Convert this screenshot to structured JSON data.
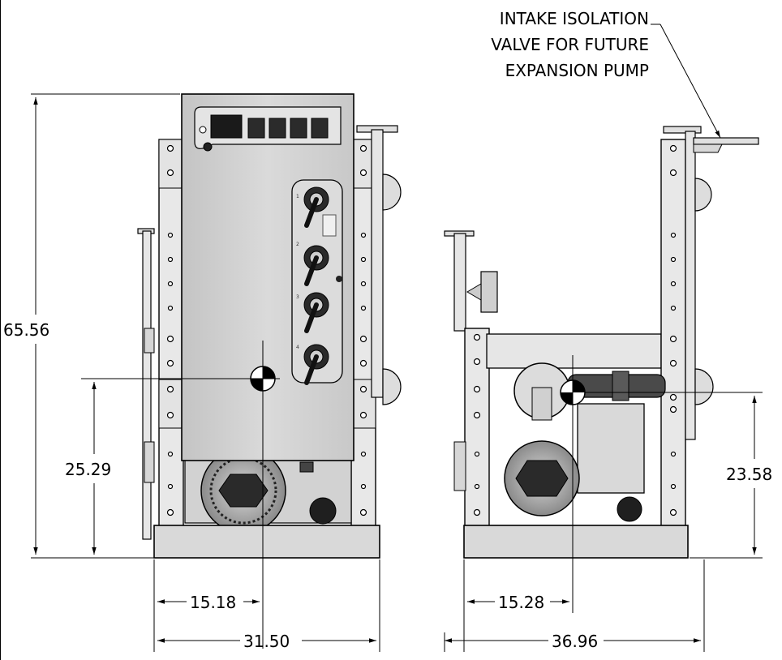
{
  "drawing": {
    "note_lines": [
      "INTAKE ISOLATION",
      "VALVE FOR FUTURE",
      "EXPANSION PUMP"
    ],
    "front_view": {
      "height": "65.56",
      "center_height": "25.29",
      "center_width": "15.18",
      "overall_width": "31.50",
      "switch_numbers": [
        "1",
        "2",
        "3",
        "4"
      ]
    },
    "side_view": {
      "center_height": "23.58",
      "center_width": "15.28",
      "overall_width": "36.96"
    },
    "colors": {
      "line": "#000000",
      "frame_fill": "#e6e6e6",
      "panel_fill": "#cfcfcf",
      "dark": "#1a1a1a",
      "base_fill": "#d9d9d9"
    }
  }
}
